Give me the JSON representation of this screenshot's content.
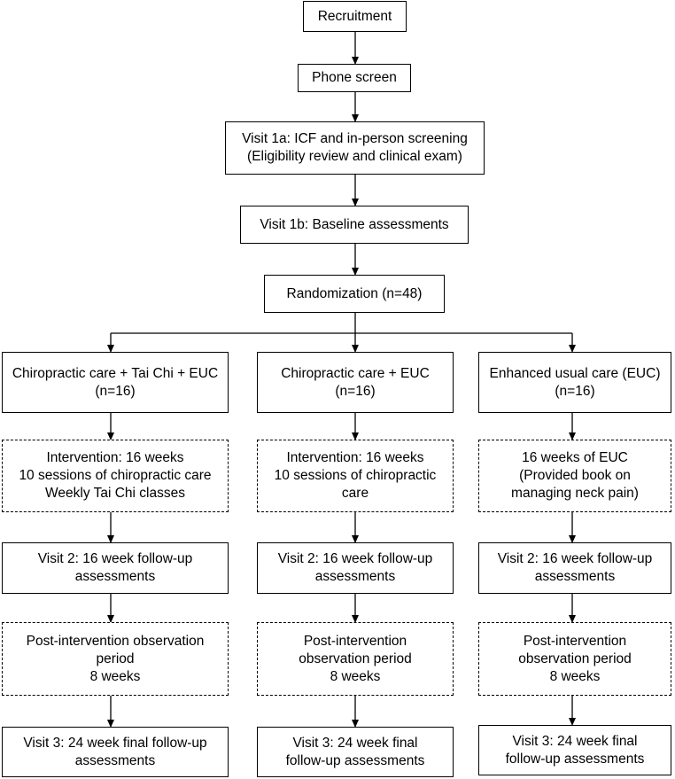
{
  "flow": {
    "recruitment": [
      "Recruitment"
    ],
    "phone_screen": [
      "Phone screen"
    ],
    "visit1a": [
      "Visit 1a: ICF and in-person screening",
      "(Eligibility review and clinical exam)"
    ],
    "visit1b": [
      "Visit 1b: Baseline assessments"
    ],
    "randomization": [
      "Randomization (n=48)"
    ],
    "arms": [
      {
        "group": [
          "Chiropractic care + Tai Chi + EUC",
          "(n=16)"
        ],
        "intervention": [
          "Intervention: 16 weeks",
          "10 sessions of chiropractic care",
          "Weekly Tai Chi classes"
        ],
        "visit2": [
          "Visit 2: 16 week follow-up",
          "assessments"
        ],
        "observation": [
          "Post-intervention observation",
          "period",
          "8 weeks"
        ],
        "visit3": [
          "Visit 3: 24 week final follow-up",
          "assessments"
        ]
      },
      {
        "group": [
          "Chiropractic care + EUC",
          "(n=16)"
        ],
        "intervention": [
          "Intervention: 16 weeks",
          "10 sessions of chiropractic",
          "care"
        ],
        "visit2": [
          "Visit 2: 16 week follow-up",
          "assessments"
        ],
        "observation": [
          "Post-intervention",
          "observation period",
          "8 weeks"
        ],
        "visit3": [
          "Visit 3: 24 week final",
          "follow-up assessments"
        ]
      },
      {
        "group": [
          "Enhanced usual care (EUC)",
          "(n=16)"
        ],
        "intervention": [
          "16 weeks of EUC",
          "(Provided book on",
          "managing neck pain)"
        ],
        "visit2": [
          "Visit 2: 16 week follow-up",
          "assessments"
        ],
        "observation": [
          "Post-intervention",
          "observation period",
          "8 weeks"
        ],
        "visit3": [
          "Visit 3: 24 week final",
          "follow-up assessments"
        ]
      }
    ]
  }
}
